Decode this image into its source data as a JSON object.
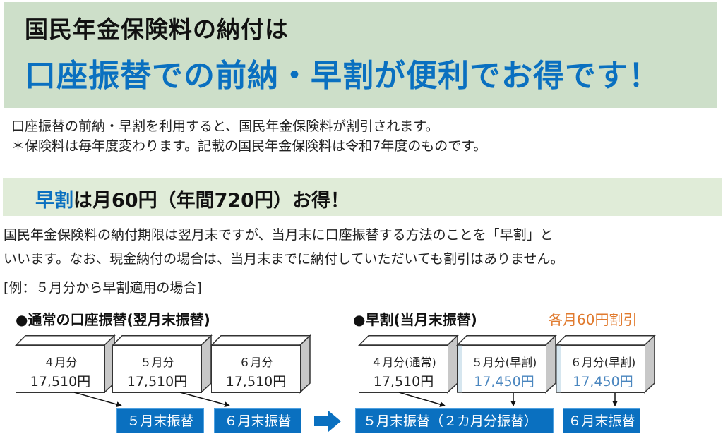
{
  "hero": {
    "line1": "国民年金保険料の納付は",
    "line2": "口座振替での前納・早割が便利でお得です！",
    "bg_color": "#cddfc9",
    "accent_color": "#0a70c0"
  },
  "intro": {
    "line1": "口座振替の前納・早割を利用すると、国民年金保険料が割引されます。",
    "line2": "＊保険料は毎年度変わります。記載の国民年金保険料は令和7年度のものです。"
  },
  "section": {
    "title_highlight": "早割",
    "title_rest": "は月60円（年間720円）お得！",
    "bg_color": "#e0ecd8"
  },
  "body": {
    "line1": "国民年金保険料の納付期限は翌月末ですが、当月末に口座振替する方法のことを「早割」と",
    "line2": "いいます。なお、現金納付の場合は、当月末までに納付していただいても割引はありません。",
    "example": "[例：５月分から早割適用の場合]"
  },
  "diagram": {
    "normal": {
      "heading": "●通常の口座振替(翌月末振替)",
      "boxes": [
        {
          "month": "４月分",
          "amount": "17,510円"
        },
        {
          "month": "５月分",
          "amount": "17,510円"
        },
        {
          "month": "６月分",
          "amount": "17,510円"
        }
      ],
      "payments": [
        "５月末振替",
        "６月末振替"
      ]
    },
    "early": {
      "heading": "●早割(当月末振替)",
      "note": "各月60円割引",
      "note_color": "#e07a2e",
      "boxes": [
        {
          "month": "４月分(通常)",
          "amount": "17,510円"
        },
        {
          "month": "５月分(早割)",
          "amount": "17,450円"
        },
        {
          "month": "６月分(早割)",
          "amount": "17,450円"
        }
      ],
      "payments": [
        "５月末振替（２カ月分振替）",
        "６月末振替"
      ]
    },
    "transition_arrow": "right-arrow-icon"
  }
}
